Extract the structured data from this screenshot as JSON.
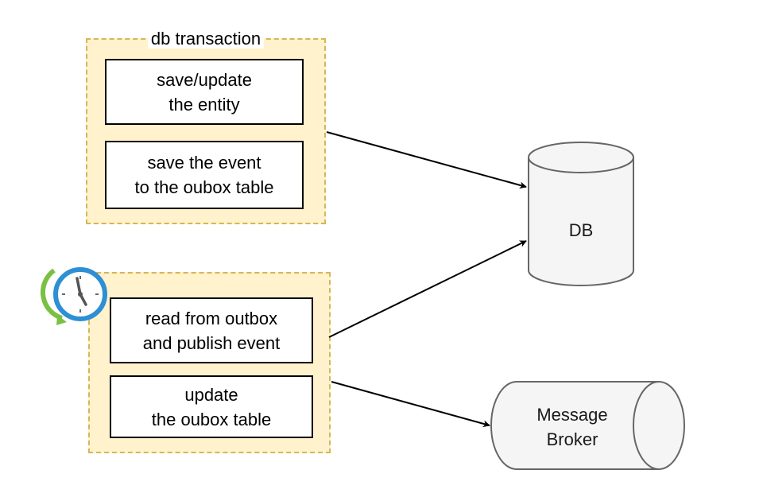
{
  "diagram": {
    "transaction_group": {
      "label": "db transaction",
      "steps": [
        {
          "line1": "save/update",
          "line2": "the entity"
        },
        {
          "line1": "save the event",
          "line2": "to the oubox table"
        }
      ]
    },
    "scheduled_group": {
      "icon": "scheduled-clock-icon",
      "steps": [
        {
          "line1": "read from outbox",
          "line2": "and publish event"
        },
        {
          "line1": "update",
          "line2": "the oubox table"
        }
      ]
    },
    "db": {
      "label": "DB"
    },
    "broker": {
      "line1": "Message",
      "line2": "Broker"
    },
    "colors": {
      "group_fill": "#fff2cc",
      "group_border": "#d6b656",
      "shape_fill": "#f5f5f5",
      "shape_stroke": "#666666",
      "clock_ring": "#2d8fd5",
      "clock_arrow": "#7ac143"
    }
  }
}
